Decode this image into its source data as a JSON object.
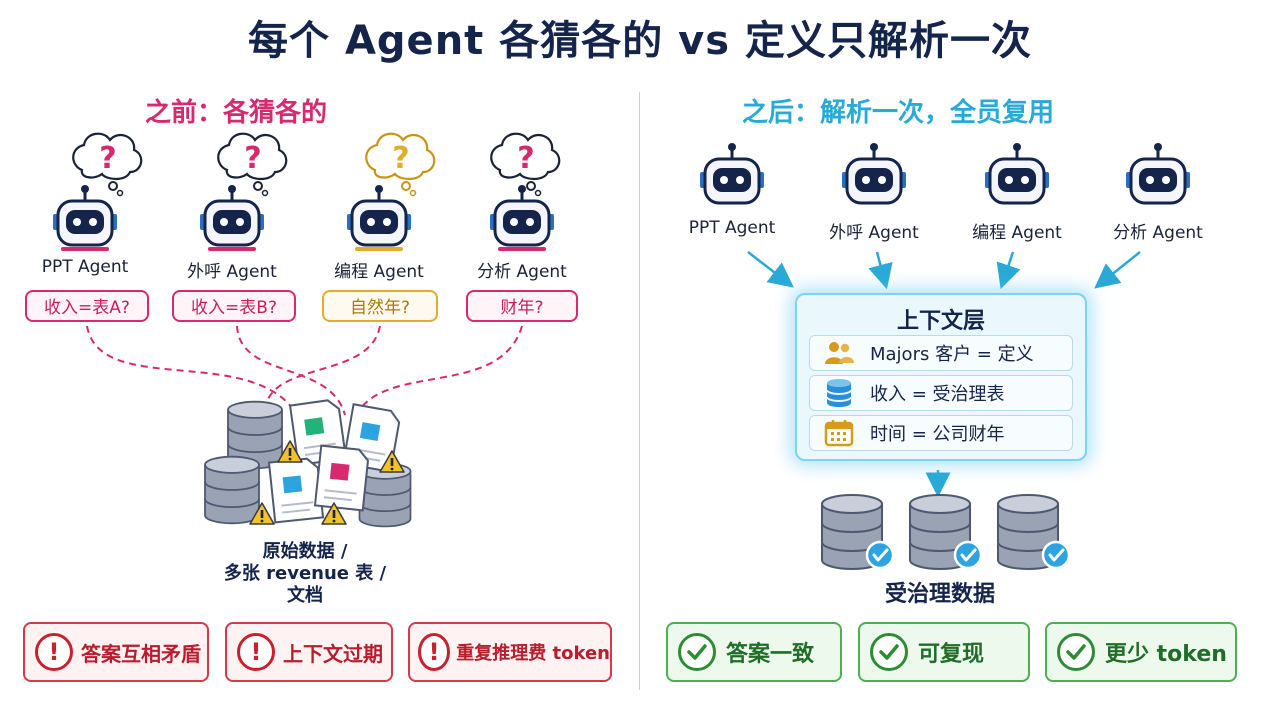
{
  "title": "每个 Agent 各猜各的 vs 定义只解析一次",
  "left": {
    "section_title": "之前：各猜各的",
    "agents": [
      {
        "label": "PPT Agent",
        "guess": "收入=表A?",
        "style": "pink"
      },
      {
        "label": "外呼 Agent",
        "guess": "收入=表B?",
        "style": "pink"
      },
      {
        "label": "编程 Agent",
        "guess": "自然年?",
        "style": "gold"
      },
      {
        "label": "分析 Agent",
        "guess": "财年?",
        "style": "pink"
      }
    ],
    "raw_data_label": [
      "原始数据 /",
      "多张 revenue 表 /",
      "文档"
    ],
    "problems": [
      "答案互相矛盾",
      "上下文过期",
      "重复推理费 token"
    ]
  },
  "right": {
    "section_title": "之后：解析一次，全员复用",
    "agents": [
      "PPT Agent",
      "外呼 Agent",
      "编程 Agent",
      "分析 Agent"
    ],
    "context_layer": {
      "title": "上下文层",
      "rows": [
        {
          "icon": "users-icon",
          "text": "Majors 客户 = 定义"
        },
        {
          "icon": "database-icon",
          "text": "收入 = 受治理表"
        },
        {
          "icon": "calendar-icon",
          "text": "时间 = 公司财年"
        }
      ]
    },
    "governed_data_label": "受治理数据",
    "benefits": [
      "答案一致",
      "可复现",
      "更少 token"
    ]
  },
  "colors": {
    "pink": "#d8286e",
    "cyan": "#29a9d6",
    "navy": "#14244a",
    "gold": "#e0ad2c",
    "red": "#c9202e",
    "green": "#2e8b35"
  }
}
